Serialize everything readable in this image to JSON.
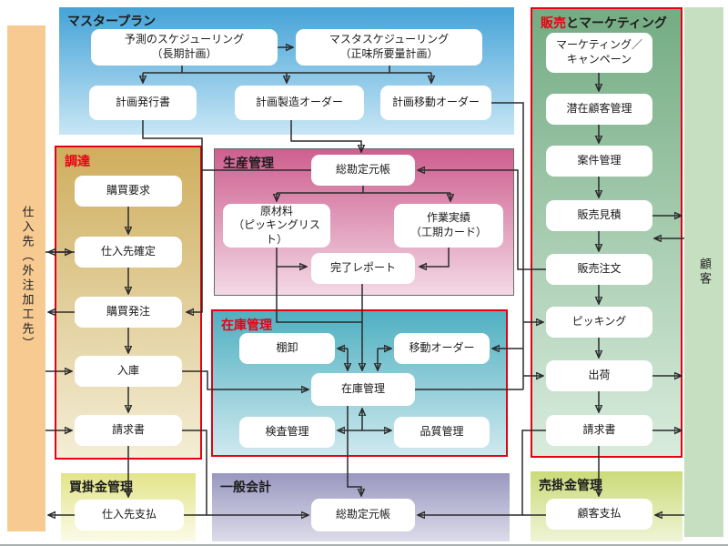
{
  "strips": {
    "supplier": {
      "label": "仕入先（外注加工先）"
    },
    "customer": {
      "label": "顧客"
    }
  },
  "blocks": {
    "master_plan": {
      "label": "マスタープラン",
      "boxes": {
        "forecast": "予測のスケジューリング\n（長期計画）",
        "master_schedule": "マスタスケジューリング\n（正味所要量計画）",
        "plan_issue": "計画発行書",
        "plan_production_order": "計画製造オーダー",
        "plan_transfer_order": "計画移動オーダー"
      }
    },
    "procurement": {
      "label": "調達",
      "boxes": {
        "purchase_request": "購買要求",
        "supplier_confirm": "仕入先確定",
        "purchase_order": "購買発注",
        "receiving": "入庫",
        "invoice": "請求書"
      }
    },
    "production": {
      "label": "生産管理",
      "boxes": {
        "general_ledger": "総勘定元帳",
        "raw_materials": "原材料\n（ピッキングリスト）",
        "work_results": "作業実績\n（工期カード）",
        "completion_report": "完了レポート"
      }
    },
    "inventory": {
      "label": "在庫管理",
      "boxes": {
        "stocktaking": "棚卸",
        "transfer_order": "移動オーダー",
        "inventory_mgmt": "在庫管理",
        "inspection": "検査管理",
        "quality": "品質管理"
      }
    },
    "sales_marketing": {
      "label_red": "販売",
      "label_rest": "とマーケティング",
      "boxes": {
        "marketing_campaign": "マーケティング／\nキャンペーン",
        "lead_mgmt": "潜在顧客管理",
        "opportunity_mgmt": "案件管理",
        "sales_quote": "販売見積",
        "sales_order": "販売注文",
        "picking": "ピッキング",
        "shipping": "出荷",
        "invoice": "請求書"
      }
    },
    "accounts_payable": {
      "label": "買掛金管理",
      "boxes": {
        "supplier_payment": "仕入先支払"
      }
    },
    "general_accounting": {
      "label": "一般会計",
      "boxes": {
        "general_ledger": "総勘定元帳"
      }
    },
    "accounts_receivable": {
      "label": "売掛金管理",
      "boxes": {
        "customer_payment": "顧客支払"
      }
    }
  },
  "colors": {
    "accent_red": "#e60012",
    "line": "#2a2a2a",
    "master_plan_top": "#45a3d7",
    "procurement_top": "#cfae5e",
    "production_top": "#ce5f90",
    "inventory_top": "#4fb0c1",
    "sales_top": "#74ac83",
    "accounts_payable_top": "#e3e488",
    "general_accounting_top": "#9997bf",
    "accounts_receivable_top": "#cbdb78",
    "supplier_strip": "#f7ca92",
    "customer_strip": "#c6dfc1"
  }
}
